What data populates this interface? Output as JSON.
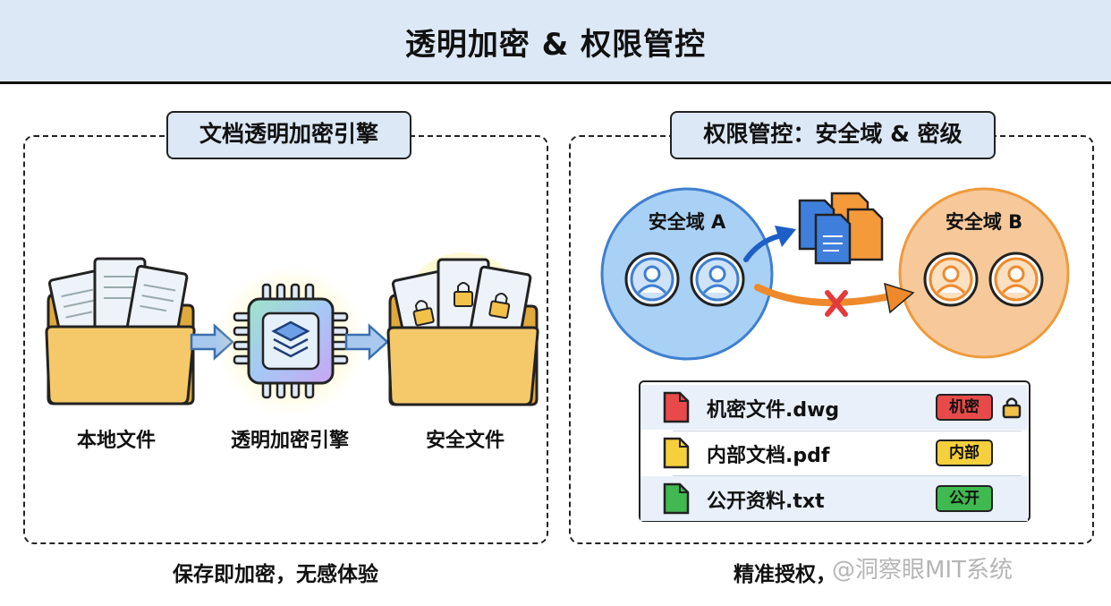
{
  "title": "透明加密 & 权限管控",
  "left_panel": {
    "title": "文档透明加密引擎",
    "items": [
      {
        "label": "本地文件",
        "icon": "folder-with-documents-icon"
      },
      {
        "label": "透明加密引擎",
        "icon": "encryption-chip-icon"
      },
      {
        "label": "安全文件",
        "icon": "folder-with-locked-documents-icon"
      }
    ],
    "caption": "保存即加密，无感体验"
  },
  "right_panel": {
    "title": "权限管控：安全域 & 密级",
    "domains": [
      {
        "name": "安全域 A",
        "color": "#a9d0f5"
      },
      {
        "name": "安全域 B",
        "color": "#f7c99a"
      }
    ],
    "files": [
      {
        "name": "机密文件.dwg",
        "level": "机密",
        "color": "#e84a4a",
        "locked": true
      },
      {
        "name": "内部文档.pdf",
        "level": "内部",
        "color": "#f6cf3c",
        "locked": false
      },
      {
        "name": "公开资料.txt",
        "level": "公开",
        "color": "#3fb950",
        "locked": false
      }
    ],
    "caption": "精准授权，"
  },
  "watermark": "@洞察眼MIT系统"
}
